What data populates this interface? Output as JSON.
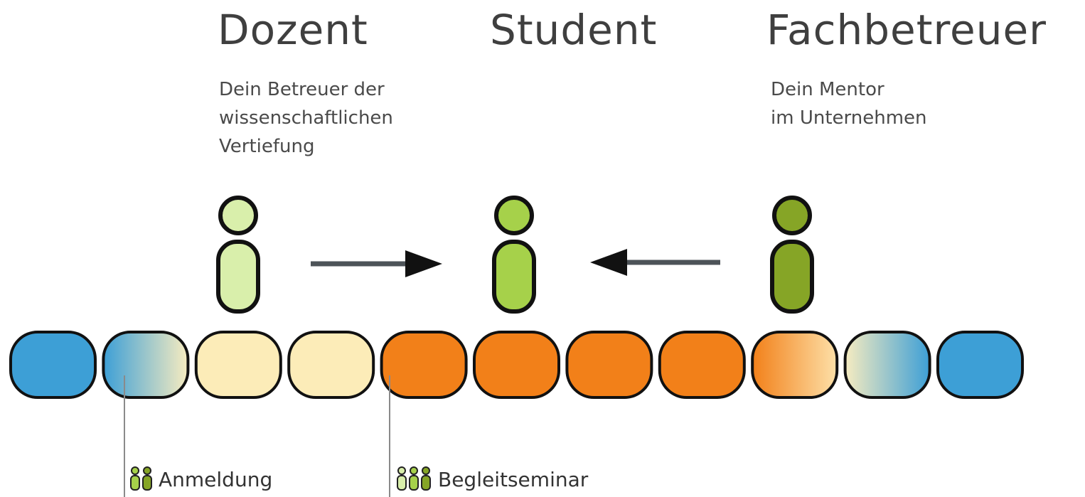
{
  "roles": {
    "dozent": {
      "title": "Dozent",
      "description": [
        "Dein Betreuer der",
        "wissenschaftlichen",
        "Vertiefung"
      ],
      "color": "#d9efab"
    },
    "student": {
      "title": "Student",
      "color": "#a6d14a"
    },
    "fachbetreuer": {
      "title": "Fachbetreuer",
      "description": [
        "Dein Mentor",
        "im Unternehmen"
      ],
      "color": "#86a526"
    }
  },
  "timeline": {
    "segments": [
      {
        "fill": "blue"
      },
      {
        "fill": "blue-to-cream"
      },
      {
        "fill": "cream"
      },
      {
        "fill": "cream"
      },
      {
        "fill": "orange"
      },
      {
        "fill": "orange"
      },
      {
        "fill": "orange"
      },
      {
        "fill": "orange"
      },
      {
        "fill": "orange-to-cream"
      },
      {
        "fill": "cream-to-blue"
      },
      {
        "fill": "blue"
      }
    ],
    "colors": {
      "blue": "#3d9fd6",
      "cream": "#fcecb8",
      "orange": "#f28019",
      "outline": "#111111"
    }
  },
  "markers": [
    {
      "label": "Anmeldung",
      "segment_index": 1,
      "icon": "two-people-icon"
    },
    {
      "label": "Begleitseminar",
      "segment_index": 4,
      "icon": "three-people-icon"
    }
  ]
}
